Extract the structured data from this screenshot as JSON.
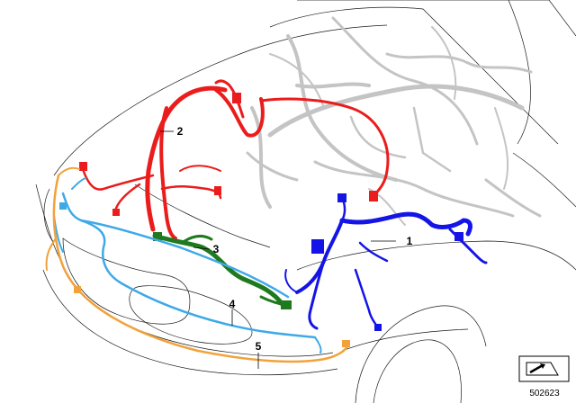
{
  "diagram": {
    "colors": {
      "harness_1": "#1414e6",
      "harness_2": "#ea1c1c",
      "harness_3": "#1f7a1f",
      "harness_4": "#3fa9e8",
      "harness_5": "#f2a23a",
      "ghost_harness": "#c4c4c4",
      "outline": "#1a1a1a"
    },
    "callouts": [
      {
        "id": "1",
        "label": "1",
        "color_key": "harness_1"
      },
      {
        "id": "2",
        "label": "2",
        "color_key": "harness_2"
      },
      {
        "id": "3",
        "label": "3",
        "color_key": "harness_3"
      },
      {
        "id": "4",
        "label": "4",
        "color_key": "harness_4"
      },
      {
        "id": "5",
        "label": "5",
        "color_key": "harness_5"
      }
    ],
    "diagram_id": "502623",
    "view_icon": "view-direction-icon"
  }
}
